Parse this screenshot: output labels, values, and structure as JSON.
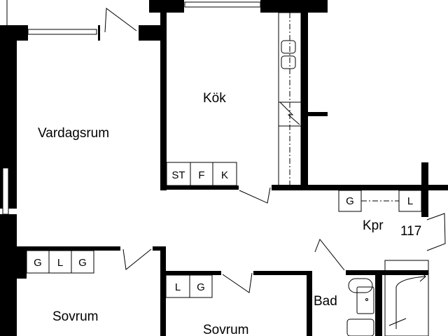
{
  "rooms": {
    "vardagsrum": "Vardagsrum",
    "kok": "Kök",
    "kpr": "Kpr",
    "bad": "Bad",
    "sovrum1": "Sovrum",
    "sovrum2": "Sovrum"
  },
  "room_number": "117",
  "kitchen_units": [
    "ST",
    "F",
    "K"
  ],
  "kpr_units": [
    "G",
    "L"
  ],
  "sovrum1_units": [
    "G",
    "L",
    "G"
  ],
  "sovrum2_units": [
    "L",
    "G"
  ],
  "colors": {
    "walls": "#000000",
    "background": "#ffffff"
  }
}
